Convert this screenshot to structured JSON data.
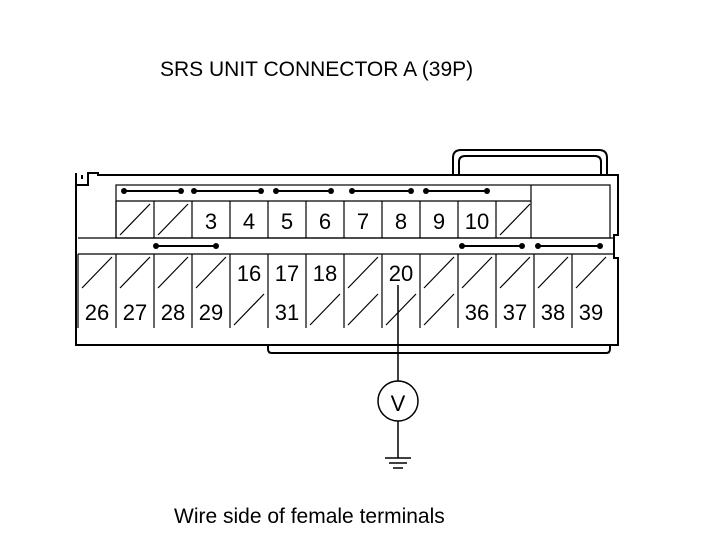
{
  "diagram": {
    "title": "SRS UNIT CONNECTOR A (39P)",
    "caption": "Wire side of female terminals",
    "meter_symbol": "V",
    "colors": {
      "line": "#000000",
      "background": "#ffffff"
    },
    "icons": [
      "voltmeter-icon",
      "ground-icon"
    ],
    "row1": [
      "",
      "",
      "3",
      "4",
      "5",
      "6",
      "7",
      "8",
      "9",
      "10",
      ""
    ],
    "row2": [
      "",
      "",
      "",
      "",
      "16",
      "17",
      "18",
      "",
      "20",
      "",
      "",
      "",
      "",
      ""
    ],
    "row3": [
      "26",
      "27",
      "28",
      "29",
      "",
      "31",
      "",
      "",
      "",
      "",
      "36",
      "37",
      "38",
      "39"
    ]
  }
}
